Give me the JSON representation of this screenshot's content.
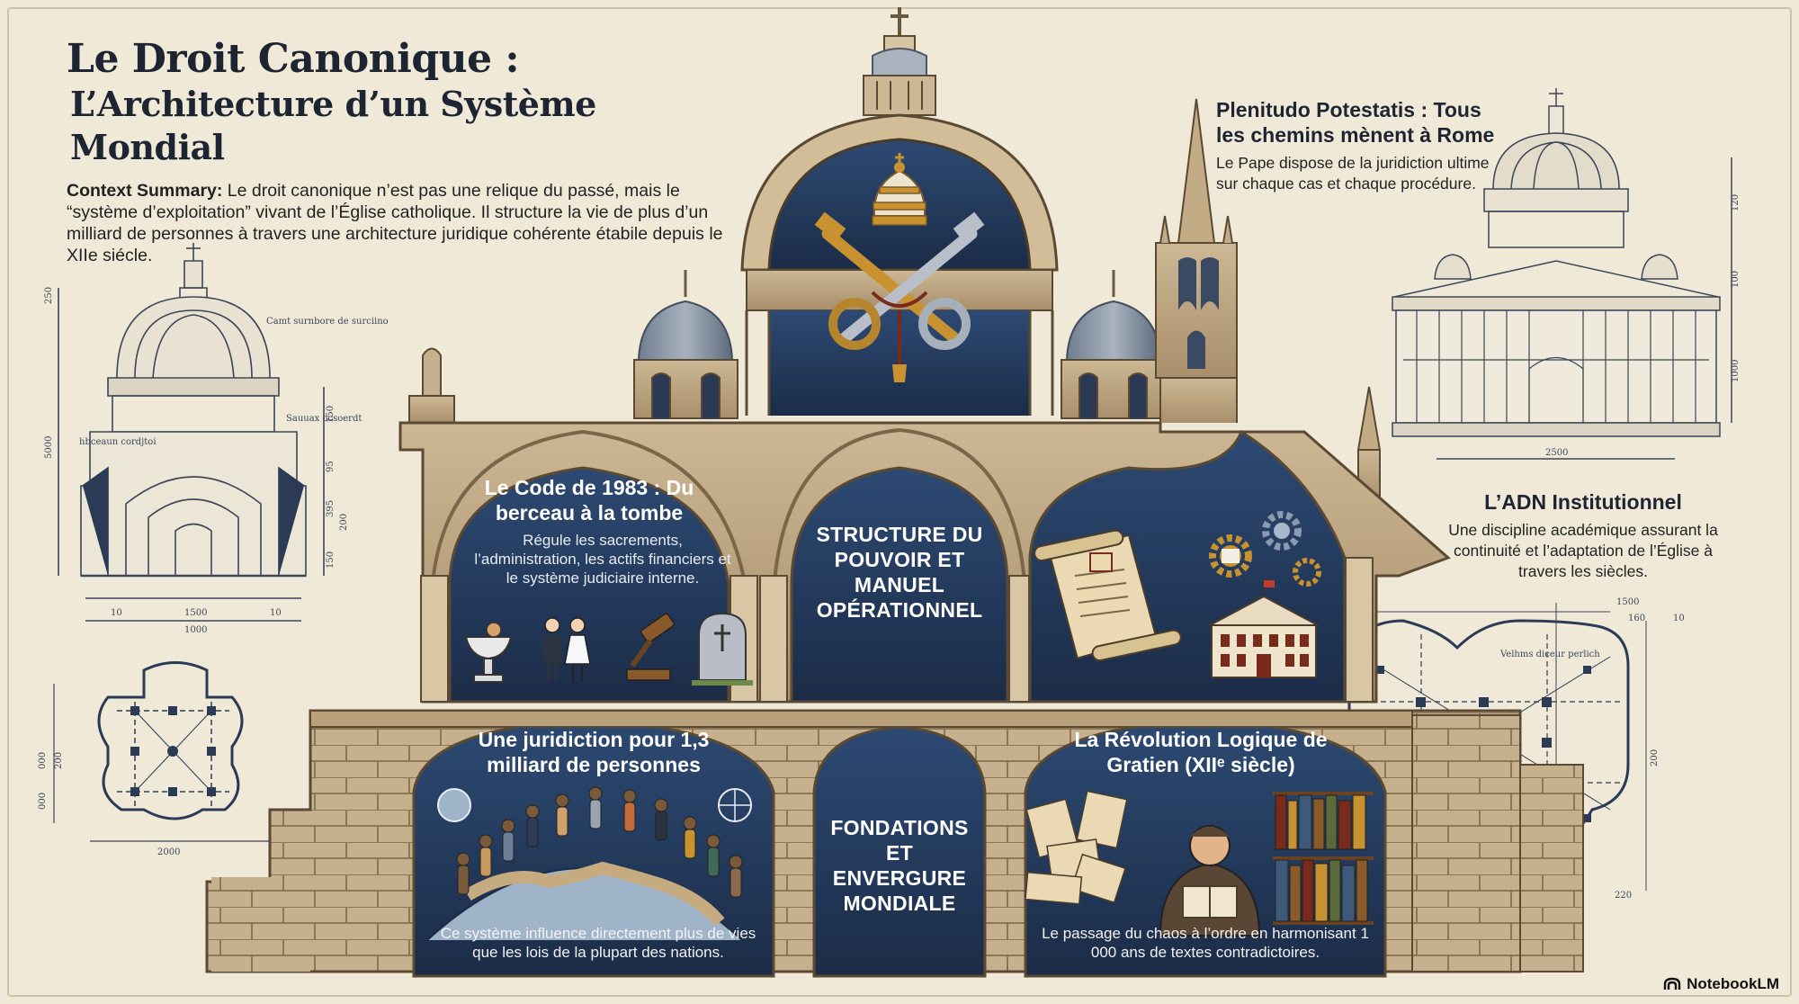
{
  "header": {
    "title_line1": "Le Droit Canonique :",
    "title_line2": "L’Architecture d’un Système Mondial",
    "context_label": "Context Summary:",
    "context_text": " Le droit canonique n’est pas une relique du passé, mais le “système d’exploitation” vivant de l’Église catholique. Il structure la vie de plus d’un milliard de personnes à travers une architecture juridique cohérente étabile depuis le XIIe siécle."
  },
  "notes": {
    "plenitudo_title": "Plenitudo Potestatis : Tous les chemins mènent à Rome",
    "plenitudo_text": "Le Pape dispose de la juridiction ultime sur chaque cas et chaque procédure.",
    "adn_title": "L’ADN Institutionnel",
    "adn_text": "Une discipline académique assurant la continuité et l’adaptation de l’Église à travers les siècles."
  },
  "panels": {
    "code_title": "Le Code de 1983 : Du berceau à la tombe",
    "code_text": "Régule les sacrements, l’administration, les actifs financiers et le système judiciaire interne.",
    "structure_label": "STRUCTURE DU POUVOIR ET MANUEL OPÉRATIONNEL",
    "jurisdiction_title": "Une juridiction pour 1,3 milliard de personnes",
    "jurisdiction_caption": "Ce système influence directement plus de vies que les lois de la plupart des nations.",
    "fondations_label": "FONDATIONS ET ENVERGURE MONDIALE",
    "gratien_title": "La Révolution Logique de Gratien (XIIᵉ siècle)",
    "gratien_caption": "Le passage du chaos à l’ordre en harmonisant 1 000 ans de textes contradictoires."
  },
  "blueprints": {
    "left_elevation": {
      "dims_bottom": [
        "10",
        "1500",
        "10",
        "1000"
      ],
      "dims_left": "5000",
      "dims_top": "250",
      "dims_right": [
        "150",
        "95",
        "395",
        "200",
        "150"
      ],
      "label_top": "Camt surnbore de surciino",
      "label_left": "hbceaun cordjtoi",
      "label_right": "Sauuax ocsoerdt"
    },
    "left_plan": {
      "dims_bottom": "2000",
      "dims_left": [
        "000",
        "200",
        "000"
      ]
    },
    "right_elevation": {
      "dims_bottom": "2500",
      "dims_right": [
        "120",
        "100",
        "1000"
      ]
    },
    "right_plan": {
      "dims_top": [
        "1500",
        "160",
        "10"
      ],
      "dims_right": "200",
      "dims_bottom": "220",
      "label_left": "Velhms diceur perlich"
    }
  },
  "icons": {
    "tiara": "papal-tiara-icon",
    "keys": "crossed-keys-icon",
    "font": "baptismal-font-icon",
    "couple": "couple-icon",
    "gavel": "gavel-icon",
    "grave": "gravestone-icon",
    "scroll": "scroll-icon",
    "gears": "gears-icon",
    "building": "institution-building-icon",
    "globe": "globe-icon",
    "books": "bookshelf-icon",
    "monk": "monk-reading-icon",
    "papers": "papers-pile-icon"
  },
  "brand": {
    "name": "NotebookLM"
  },
  "colors": {
    "background": "#f1e9d8",
    "panel_navy": "#243b5e",
    "stone": "#bfa98a",
    "ink": "#1d2533"
  }
}
